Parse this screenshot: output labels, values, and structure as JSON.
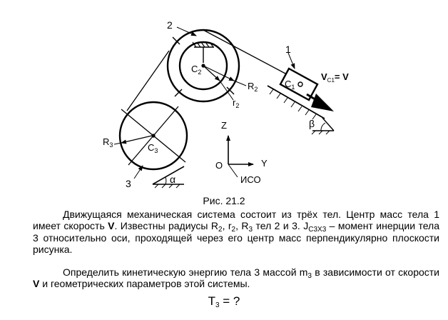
{
  "figure": {
    "body_labels": {
      "body_1": "1",
      "body_2": "2",
      "body_3": "3"
    },
    "points": {
      "c1": "C",
      "c1_sub": "1",
      "c2": "C",
      "c2_sub": "2",
      "c3": "C",
      "c3_sub": "3"
    },
    "radii": {
      "R2": "R",
      "R2_sub": "2",
      "r2": "r",
      "r2_sub": "2",
      "R3": "R",
      "R3_sub": "3"
    },
    "velocity": {
      "v": "V",
      "v_sub": "C1",
      "eq": "= V"
    },
    "angles": {
      "alpha": "α",
      "beta": "β"
    },
    "axes": {
      "z": "Z",
      "y": "Y",
      "origin": "O",
      "frame": "ИСО"
    }
  },
  "caption": "Рис. 21.2",
  "problem": {
    "p1": {
      "a": "Движущаяся механическая система состоит из трёх тел. Центр масс тела 1 имеет скорость ",
      "v": "V",
      "b": ". Известны радиусы R",
      "s1": "2",
      "c": ", r",
      "s2": "2",
      "d": ", R",
      "s3": "3",
      "e": " тел 2 и 3. J",
      "s4": "C3X3",
      "f": " – момент инерции тела 3 относительно оси, проходящей через его центр масс перпендикулярно плоскости рисунка."
    },
    "p2": {
      "a": "Определить кинетическую энергию тела 3 массой m",
      "s1": "3",
      "b": " в зависимости от скорости ",
      "v": "V",
      "c": " и геометрических параметров этой системы."
    },
    "question": {
      "t": "T",
      "sub": "3",
      "rest": " = ?"
    }
  }
}
